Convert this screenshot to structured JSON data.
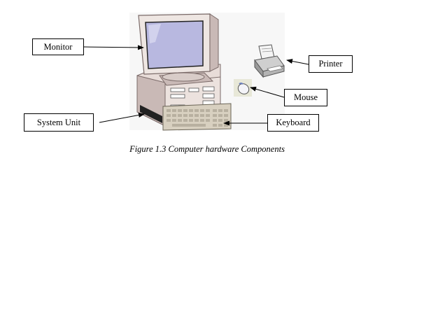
{
  "labels": {
    "monitor": "Monitor",
    "system_unit": "System Unit",
    "printer": "Printer",
    "mouse": "Mouse",
    "keyboard": "Keyboard"
  },
  "caption": "Figure 1.3 Computer hardware Components",
  "colors": {
    "screen": "#b8b8e0",
    "case": "#e8dcd8",
    "case_shadow": "#c9b9b6",
    "keyboard": "#d8d0c0"
  },
  "icons": [
    "monitor-icon",
    "system-unit-icon",
    "keyboard-icon",
    "printer-icon",
    "mouse-icon"
  ]
}
